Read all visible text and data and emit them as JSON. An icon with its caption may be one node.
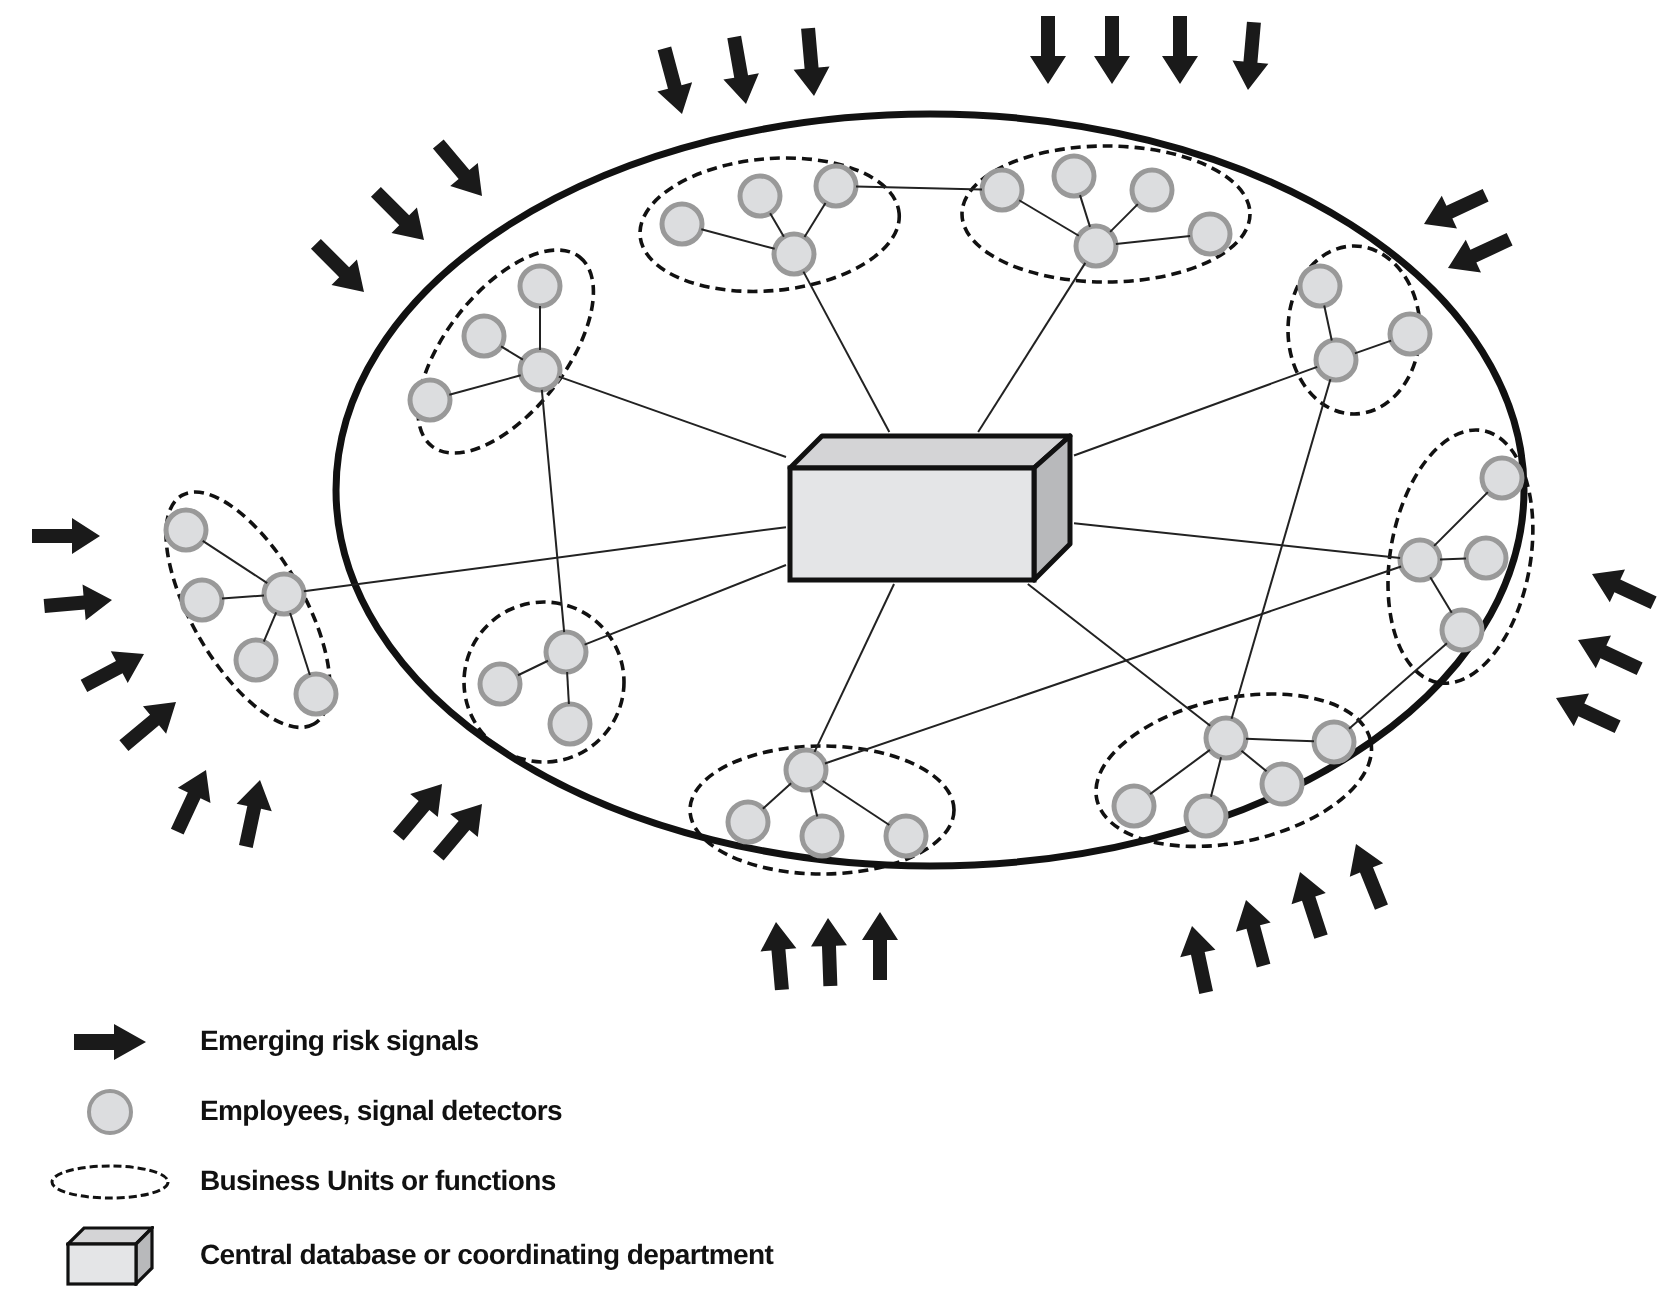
{
  "diagram": {
    "nodes": [
      {
        "text": [],
        "shape": "ellipse"
      },
      {
        "text": [],
        "shape": "box",
        "in": 0
      },
      {
        "text": [],
        "shape": "ellipse",
        "in": 0
      },
      {
        "text": [],
        "shape": "circle",
        "in": 2
      },
      {
        "text": [],
        "shape": "circle",
        "in": 2
      },
      {
        "text": [],
        "shape": "circle",
        "in": 2
      },
      {
        "text": [],
        "shape": "circle",
        "in": 2
      },
      {
        "text": [],
        "shape": "ellipse",
        "in": 0
      },
      {
        "text": [],
        "shape": "circle",
        "in": 7
      },
      {
        "text": [],
        "shape": "circle",
        "in": 7
      },
      {
        "text": [],
        "shape": "circle",
        "in": 7
      },
      {
        "text": [],
        "shape": "circle",
        "in": 7
      },
      {
        "text": [],
        "shape": "circle",
        "in": 7
      },
      {
        "text": [],
        "shape": "ellipse",
        "in": 0
      },
      {
        "text": [],
        "shape": "circle",
        "in": 13
      },
      {
        "text": [],
        "shape": "circle",
        "in": 13
      },
      {
        "text": [],
        "shape": "circle",
        "in": 13
      },
      {
        "text": [],
        "shape": "circle",
        "in": 13
      },
      {
        "text": [],
        "shape": "ellipse",
        "in": 0
      },
      {
        "text": [],
        "shape": "circle",
        "in": 18
      },
      {
        "text": [],
        "shape": "circle",
        "in": 18
      },
      {
        "text": [],
        "shape": "circle",
        "in": 18
      },
      {
        "text": [],
        "shape": "ellipse"
      },
      {
        "text": [],
        "shape": "circle",
        "in": 22
      },
      {
        "text": [],
        "shape": "circle",
        "in": 22
      },
      {
        "text": [],
        "shape": "circle",
        "in": 22
      },
      {
        "text": [],
        "shape": "circle",
        "in": 22
      },
      {
        "text": [],
        "shape": "circle",
        "in": 22
      },
      {
        "text": [],
        "shape": "ellipse",
        "in": 0
      },
      {
        "text": [],
        "shape": "circle",
        "in": 28
      },
      {
        "text": [],
        "shape": "circle",
        "in": 28
      },
      {
        "text": [],
        "shape": "circle",
        "in": 28
      },
      {
        "text": [],
        "shape": "circle",
        "in": 28
      },
      {
        "text": [],
        "shape": "ellipse",
        "in": 0
      },
      {
        "text": [],
        "shape": "circle",
        "in": 33
      },
      {
        "text": [],
        "shape": "circle",
        "in": 33
      },
      {
        "text": [],
        "shape": "circle",
        "in": 33
      },
      {
        "text": [],
        "shape": "ellipse",
        "in": 0
      },
      {
        "text": [],
        "shape": "circle",
        "in": 37
      },
      {
        "text": [],
        "shape": "circle",
        "in": 37
      },
      {
        "text": [],
        "shape": "circle",
        "in": 37
      },
      {
        "text": [],
        "shape": "circle",
        "in": 37
      },
      {
        "text": [],
        "shape": "circle",
        "in": 37
      },
      {
        "text": [],
        "shape": "ellipse",
        "in": 0
      },
      {
        "text": [],
        "shape": "circle",
        "in": 43
      },
      {
        "text": [],
        "shape": "circle",
        "in": 43
      },
      {
        "text": [],
        "shape": "circle",
        "in": 43
      },
      {
        "text": [],
        "shape": "circle",
        "in": 43
      }
    ],
    "edges": [
      {
        "from": 3,
        "to": 4,
        "arrow": "none"
      },
      {
        "from": 3,
        "to": 5,
        "arrow": "none"
      },
      {
        "from": 3,
        "to": 6,
        "arrow": "none"
      },
      {
        "from": 8,
        "to": 9,
        "arrow": "none"
      },
      {
        "from": 8,
        "to": 10,
        "arrow": "none"
      },
      {
        "from": 8,
        "to": 11,
        "arrow": "none"
      },
      {
        "from": 8,
        "to": 12,
        "arrow": "none"
      },
      {
        "from": 14,
        "to": 15,
        "arrow": "none"
      },
      {
        "from": 14,
        "to": 16,
        "arrow": "none"
      },
      {
        "from": 14,
        "to": 17,
        "arrow": "none"
      },
      {
        "from": 19,
        "to": 20,
        "arrow": "none"
      },
      {
        "from": 19,
        "to": 21,
        "arrow": "none"
      },
      {
        "from": 23,
        "to": 24,
        "arrow": "none"
      },
      {
        "from": 23,
        "to": 25,
        "arrow": "none"
      },
      {
        "from": 23,
        "to": 26,
        "arrow": "none"
      },
      {
        "from": 23,
        "to": 27,
        "arrow": "none"
      },
      {
        "from": 29,
        "to": 30,
        "arrow": "none"
      },
      {
        "from": 29,
        "to": 31,
        "arrow": "none"
      },
      {
        "from": 29,
        "to": 32,
        "arrow": "none"
      },
      {
        "from": 34,
        "to": 35,
        "arrow": "none"
      },
      {
        "from": 34,
        "to": 36,
        "arrow": "none"
      },
      {
        "from": 38,
        "to": 39,
        "arrow": "none"
      },
      {
        "from": 38,
        "to": 40,
        "arrow": "none"
      },
      {
        "from": 38,
        "to": 41,
        "arrow": "none"
      },
      {
        "from": 38,
        "to": 42,
        "arrow": "none"
      },
      {
        "from": 44,
        "to": 45,
        "arrow": "none"
      },
      {
        "from": 44,
        "to": 46,
        "arrow": "none"
      },
      {
        "from": 44,
        "to": 47,
        "arrow": "none"
      },
      {
        "from": 14,
        "to": 1,
        "arrow": "none"
      },
      {
        "from": 14,
        "to": 34,
        "arrow": "none"
      },
      {
        "from": 3,
        "to": 1,
        "arrow": "none"
      },
      {
        "from": 6,
        "to": 9,
        "arrow": "none"
      },
      {
        "from": 8,
        "to": 1,
        "arrow": "none"
      },
      {
        "from": 19,
        "to": 1,
        "arrow": "none"
      },
      {
        "from": 19,
        "to": 38,
        "arrow": "none"
      },
      {
        "from": 29,
        "to": 1,
        "arrow": "none"
      },
      {
        "from": 29,
        "to": 44,
        "arrow": "none"
      },
      {
        "from": 38,
        "to": 1,
        "arrow": "none"
      },
      {
        "from": 32,
        "to": 39,
        "arrow": "none"
      },
      {
        "from": 44,
        "to": 1,
        "arrow": "none"
      },
      {
        "from": 34,
        "to": 1,
        "arrow": "none"
      },
      {
        "from": 23,
        "to": 1,
        "arrow": "none"
      }
    ],
    "legend": [
      {
        "text": "Emerging risk signals"
      },
      {
        "text": "Employees, signal detectors"
      },
      {
        "text": "Business Units or functions"
      },
      {
        "text": "Central database or coordinating department"
      }
    ]
  }
}
